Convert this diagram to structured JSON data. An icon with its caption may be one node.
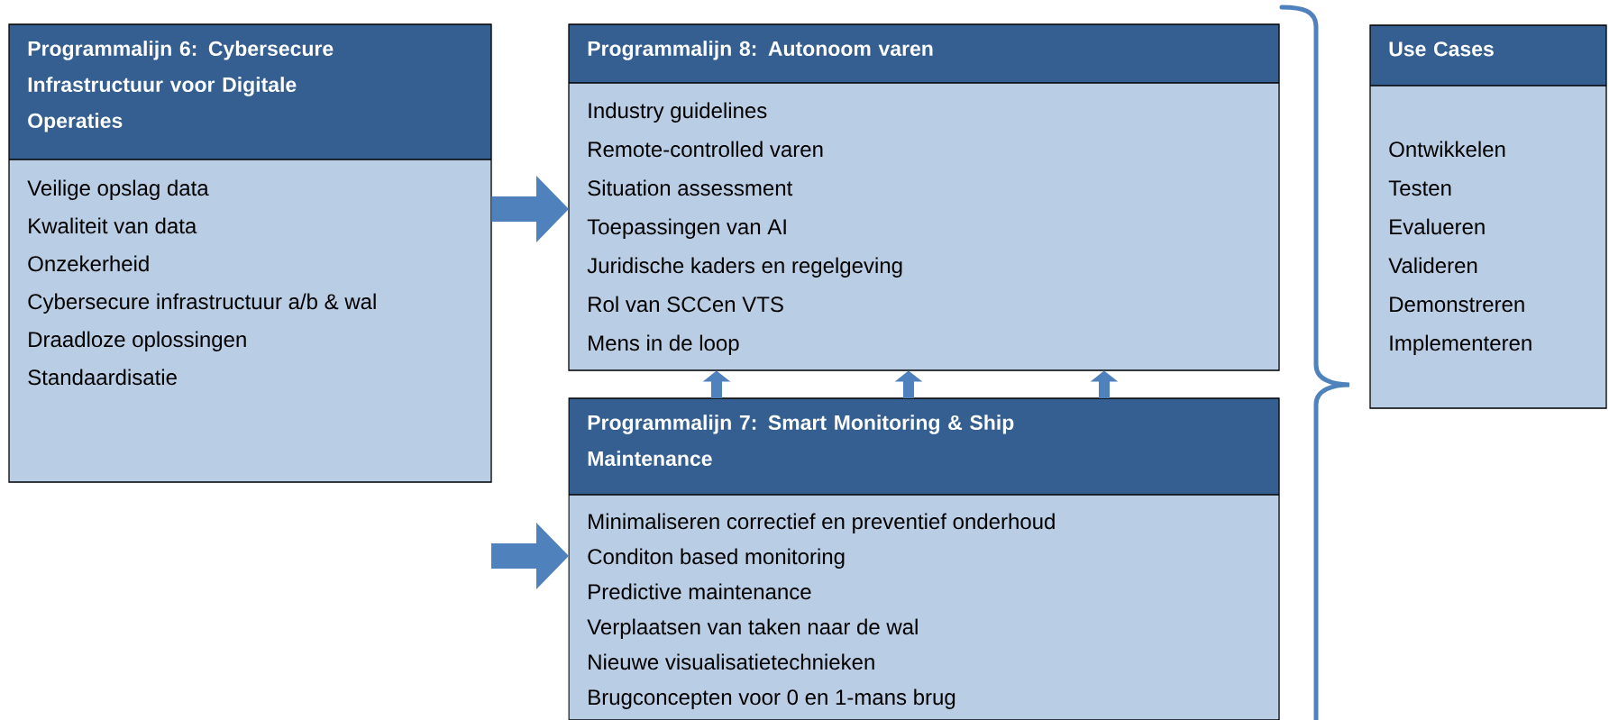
{
  "diagram": {
    "nodes": [
      {
        "text": [
          "Programmalijn 6: Cybersecure Infrastructuur voor Digitale Operaties",
          "Veilige opslag data",
          "Kwaliteit van data",
          "Onzekerheid",
          "Cybersecure infrastructuur a/b & wal",
          "Draadloze oplossingen",
          "Standaardisatie"
        ]
      },
      {
        "text": [
          "Programmalijn 8: Autonoom varen",
          "Industry guidelines",
          "Remote-controlled varen",
          "Situation assessment",
          "Toepassingen van AI",
          "Juridische kaders en regelgeving",
          "Rol van SCCen VTS",
          "Mens in de loop"
        ]
      },
      {
        "text": [
          "Programmalijn 7: Smart Monitoring & Ship Maintenance",
          "Minimaliseren correctief en preventief onderhoud",
          "Conditon based monitoring",
          "Predictive maintenance",
          "Verplaatsen van taken naar de wal",
          "Nieuwe visualisatietechnieken",
          "Brugconcepten voor 0 en 1-mans brug"
        ]
      },
      {
        "text": [
          "Use Cases",
          "Ontwikkelen",
          "Testen",
          "Evalueren",
          "Valideren",
          "Demonstreren",
          "Implementeren"
        ]
      }
    ],
    "edges": [
      {
        "from": 0,
        "to": 1,
        "arrow": "to",
        "style": "thick"
      },
      {
        "from": 2,
        "to": 1,
        "arrow": "to"
      },
      {
        "from": 2,
        "to": 1,
        "arrow": "to"
      },
      {
        "from": 2,
        "to": 1,
        "arrow": "to"
      },
      {
        "from": null,
        "to": 2,
        "arrow": "to",
        "style": "thick"
      }
    ]
  }
}
